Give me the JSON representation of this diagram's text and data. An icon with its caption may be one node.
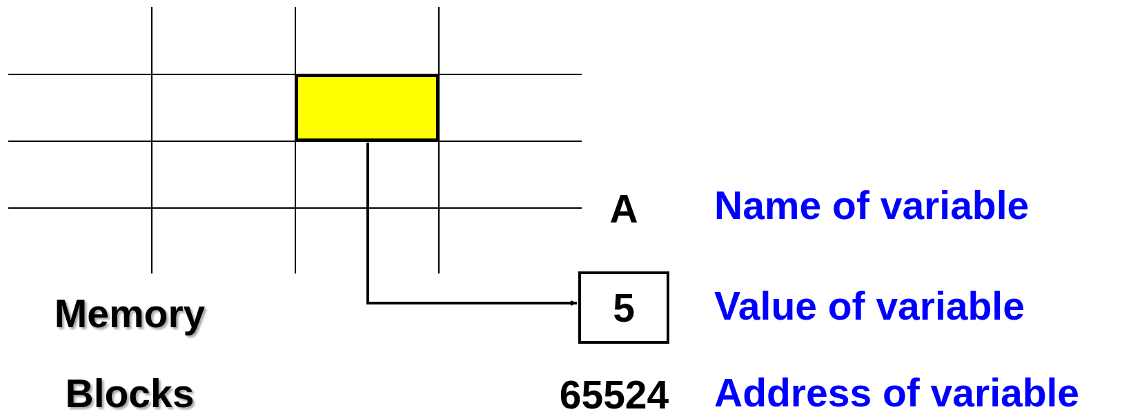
{
  "diagram": {
    "nodes": [
      {
        "text": [],
        "shape": "box"
      },
      {
        "text": [
          "5"
        ]
      }
    ],
    "edges": [
      {
        "from": 0,
        "to": 1,
        "arrow": "to"
      }
    ],
    "labels": [
      "A",
      "Name of variable",
      "Memory Blocks",
      "Value of variable",
      "65524",
      "Address of variable"
    ]
  }
}
